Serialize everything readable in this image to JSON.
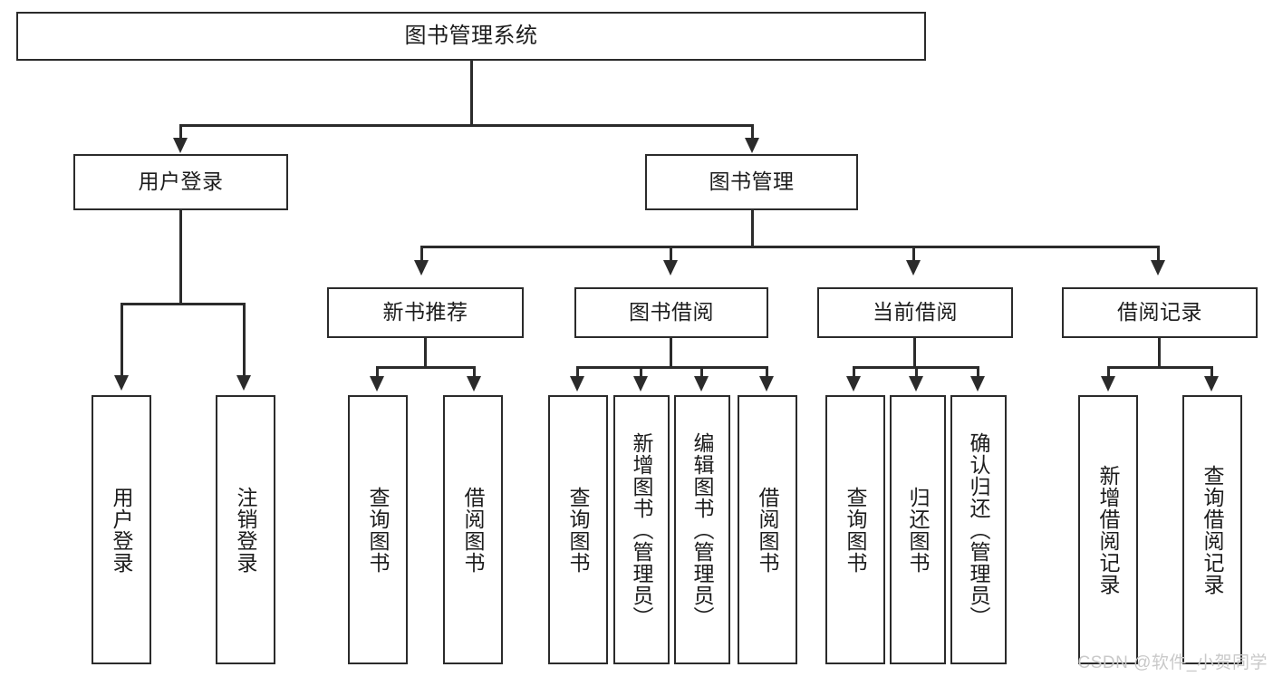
{
  "diagram": {
    "title": "图书管理系统",
    "type": "tree",
    "watermark": "CSDN @软件_小贺同学",
    "colors": {
      "stroke": "#2b2b2b",
      "fill": "#ffffff",
      "text": "#1c1c1c",
      "watermark": "#c9c9c9"
    },
    "root": {
      "label": "图书管理系统"
    },
    "level2": [
      {
        "label": "用户登录"
      },
      {
        "label": "图书管理"
      }
    ],
    "level3": [
      {
        "label": "新书推荐"
      },
      {
        "label": "图书借阅"
      },
      {
        "label": "当前借阅"
      },
      {
        "label": "借阅记录"
      }
    ],
    "leaves": {
      "user_login": [
        {
          "label": "用户登录"
        },
        {
          "label": "注销登录"
        }
      ],
      "new_book": [
        {
          "label": "查询图书"
        },
        {
          "label": "借阅图书"
        }
      ],
      "book_borrow": [
        {
          "label": "查询图书"
        },
        {
          "label": "新增图书（管理员）"
        },
        {
          "label": "编辑图书（管理员）"
        },
        {
          "label": "借阅图书"
        }
      ],
      "current_borrow": [
        {
          "label": "查询图书"
        },
        {
          "label": "归还图书"
        },
        {
          "label": "确认归还（管理员）"
        }
      ],
      "borrow_record": [
        {
          "label": "新增借阅记录"
        },
        {
          "label": "查询借阅记录"
        }
      ]
    }
  }
}
